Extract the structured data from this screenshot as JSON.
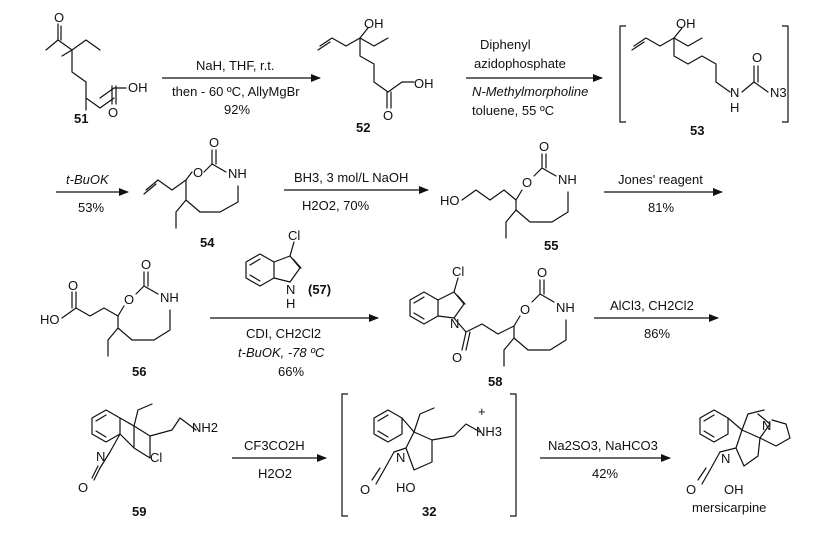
{
  "compounds": {
    "c51": "51",
    "c52": "52",
    "c53": "53",
    "c54": "54",
    "c55": "55",
    "c56": "56",
    "c57": "(57)",
    "c58": "58",
    "c59": "59",
    "c32": "32",
    "mersicarpine": "mersicarpine"
  },
  "atoms": {
    "O": "O",
    "OH": "OH",
    "HO": "HO",
    "NH": "NH",
    "N": "N",
    "H": "H",
    "N3": "N3",
    "Cl": "Cl",
    "NH2": "NH2",
    "NH3": "NH3",
    "plus": "+"
  },
  "steps": {
    "s1": {
      "above": "NaH, THF, r.t.",
      "below1": "then - 60 ºC, AllyMgBr",
      "yield": "92%"
    },
    "s2": {
      "above1": "Diphenyl",
      "above2": "azidophosphate",
      "below1": "N-Methylmorpholine",
      "below2": "toluene, 55 ºC"
    },
    "s3": {
      "above": "t-BuOK",
      "yield": "53%"
    },
    "s4": {
      "above": "BH3, 3 mol/L NaOH",
      "below": "H2O2, 70%"
    },
    "s5": {
      "above": "Jones' reagent",
      "yield": "81%"
    },
    "s6": {
      "below1": "CDI, CH2Cl2",
      "below2": "t-BuOK,  -78 ºC",
      "yield": "66%"
    },
    "s7": {
      "above": "AlCl3, CH2Cl2",
      "yield": "86%"
    },
    "s8": {
      "above": "CF3CO2H",
      "below": "H2O2"
    },
    "s9": {
      "above": "Na2SO3, NaHCO3",
      "yield": "42%"
    }
  }
}
